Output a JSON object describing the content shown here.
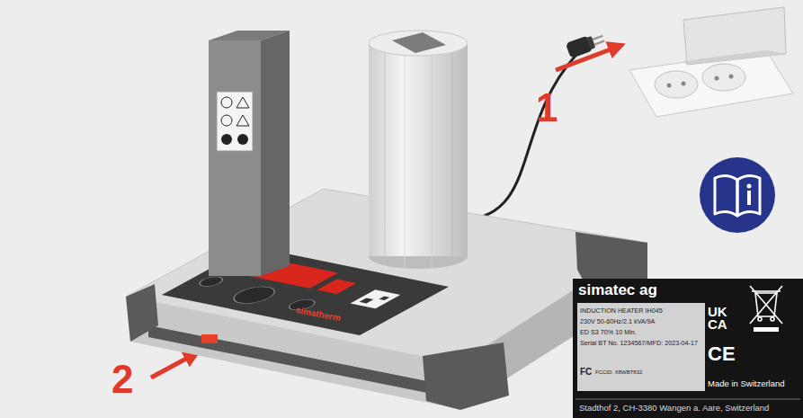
{
  "diagram": {
    "nodes": [
      {
        "text": [
          "simatec ag",
          "UK CA",
          "CE",
          "Made in Switzerland",
          "Stadthof 2, CH-3380 Wangen a. Aare, Switzerland"
        ]
      },
      {
        "text": [
          "INDUCTION HEATER IH045",
          "230V 50-60Hz/2.1 kVA/9A",
          "ED S3 70% 10 Min.",
          "Serial BT No. 1234567/MFD: 2023-04-17",
          "FC",
          "FCCID: X8WBT832"
        ],
        "in": 0
      }
    ],
    "labels": [
      "1",
      "2",
      "simatherm"
    ]
  }
}
